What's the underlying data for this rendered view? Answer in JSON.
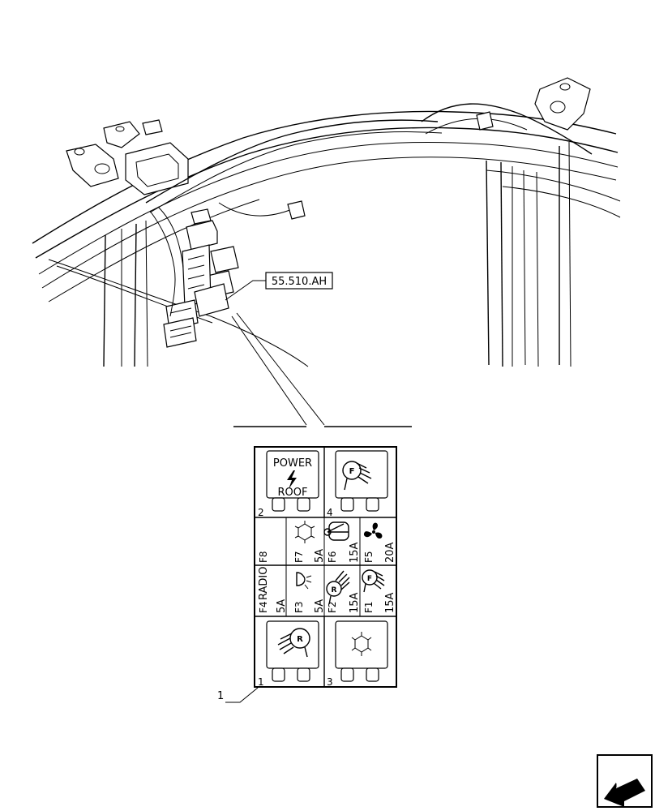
{
  "callouts": {
    "ref_code": "55.510.AH",
    "item_number": "1"
  },
  "relays": [
    {
      "slot": "2",
      "line1": "POWER",
      "line2": "ROOF",
      "icon": "lightning-icon"
    },
    {
      "slot": "4",
      "icon": "front-work-light-icon",
      "icon_letter": "F"
    },
    {
      "slot": "1",
      "icon": "rear-work-light-icon",
      "icon_letter": "R"
    },
    {
      "slot": "3",
      "icon": "snowflake-icon"
    }
  ],
  "fuses": {
    "f8": {
      "id": "F8",
      "rating": ""
    },
    "f7": {
      "id": "F7",
      "rating": "5A",
      "icon": "snowflake-icon"
    },
    "f6": {
      "id": "F6",
      "rating": "15A",
      "icon": "wiper-icon"
    },
    "f5": {
      "id": "F5",
      "rating": "20A",
      "icon": "fan-icon"
    },
    "f4": {
      "id": "F4",
      "label": "RADIO",
      "rating": "5A"
    },
    "f3": {
      "id": "F3",
      "rating": "5A",
      "icon": "dome-light-icon"
    },
    "f2": {
      "id": "F2",
      "rating": "15A",
      "icon": "rear-work-light-icon",
      "icon_letter": "R"
    },
    "f1": {
      "id": "F1",
      "rating": "15A",
      "icon": "front-work-light-icon",
      "icon_letter": "F"
    }
  },
  "navigation": {
    "icon": "previous-page-arrow-icon"
  }
}
